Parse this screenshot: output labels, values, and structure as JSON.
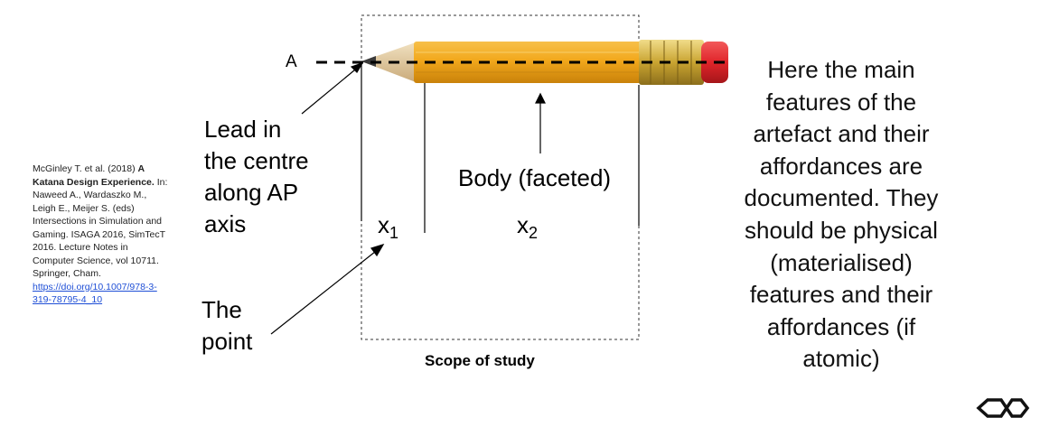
{
  "axis_label": "A",
  "lead_label": [
    "Lead in",
    "the centre",
    "along AP",
    "axis"
  ],
  "point_label": [
    "The",
    "point"
  ],
  "body_label": "Body (faceted)",
  "x1": {
    "base": "x",
    "sub": "1"
  },
  "x2": {
    "base": "x",
    "sub": "2"
  },
  "scope_caption": "Scope of study",
  "citation": {
    "authors": "McGinley T. et al. (2018)",
    "title": "A Katana Design Experience.",
    "rest": "In: Naweed A., Wardaszko M., Leigh E., Meijer S. (eds) Intersections in Simulation and Gaming. ISAGA 2016, SimTecT 2016. Lecture Notes in Computer Science, vol 10711. Springer, Cham.",
    "link": "https://doi.org/10.1007/978-3-319-78795-4_10"
  },
  "right_text": "Here the main features of the artefact and their affordances are documented. They should be physical (materialised) features and their affordances (if atomic)",
  "colors": {
    "pencil_body": "#f2a81c",
    "pencil_shadow": "#d98a0c",
    "ferrule": "#c9a431",
    "eraser": "#e0252a",
    "wood": "#e6cfa6",
    "lead": "#3a3a3a"
  }
}
